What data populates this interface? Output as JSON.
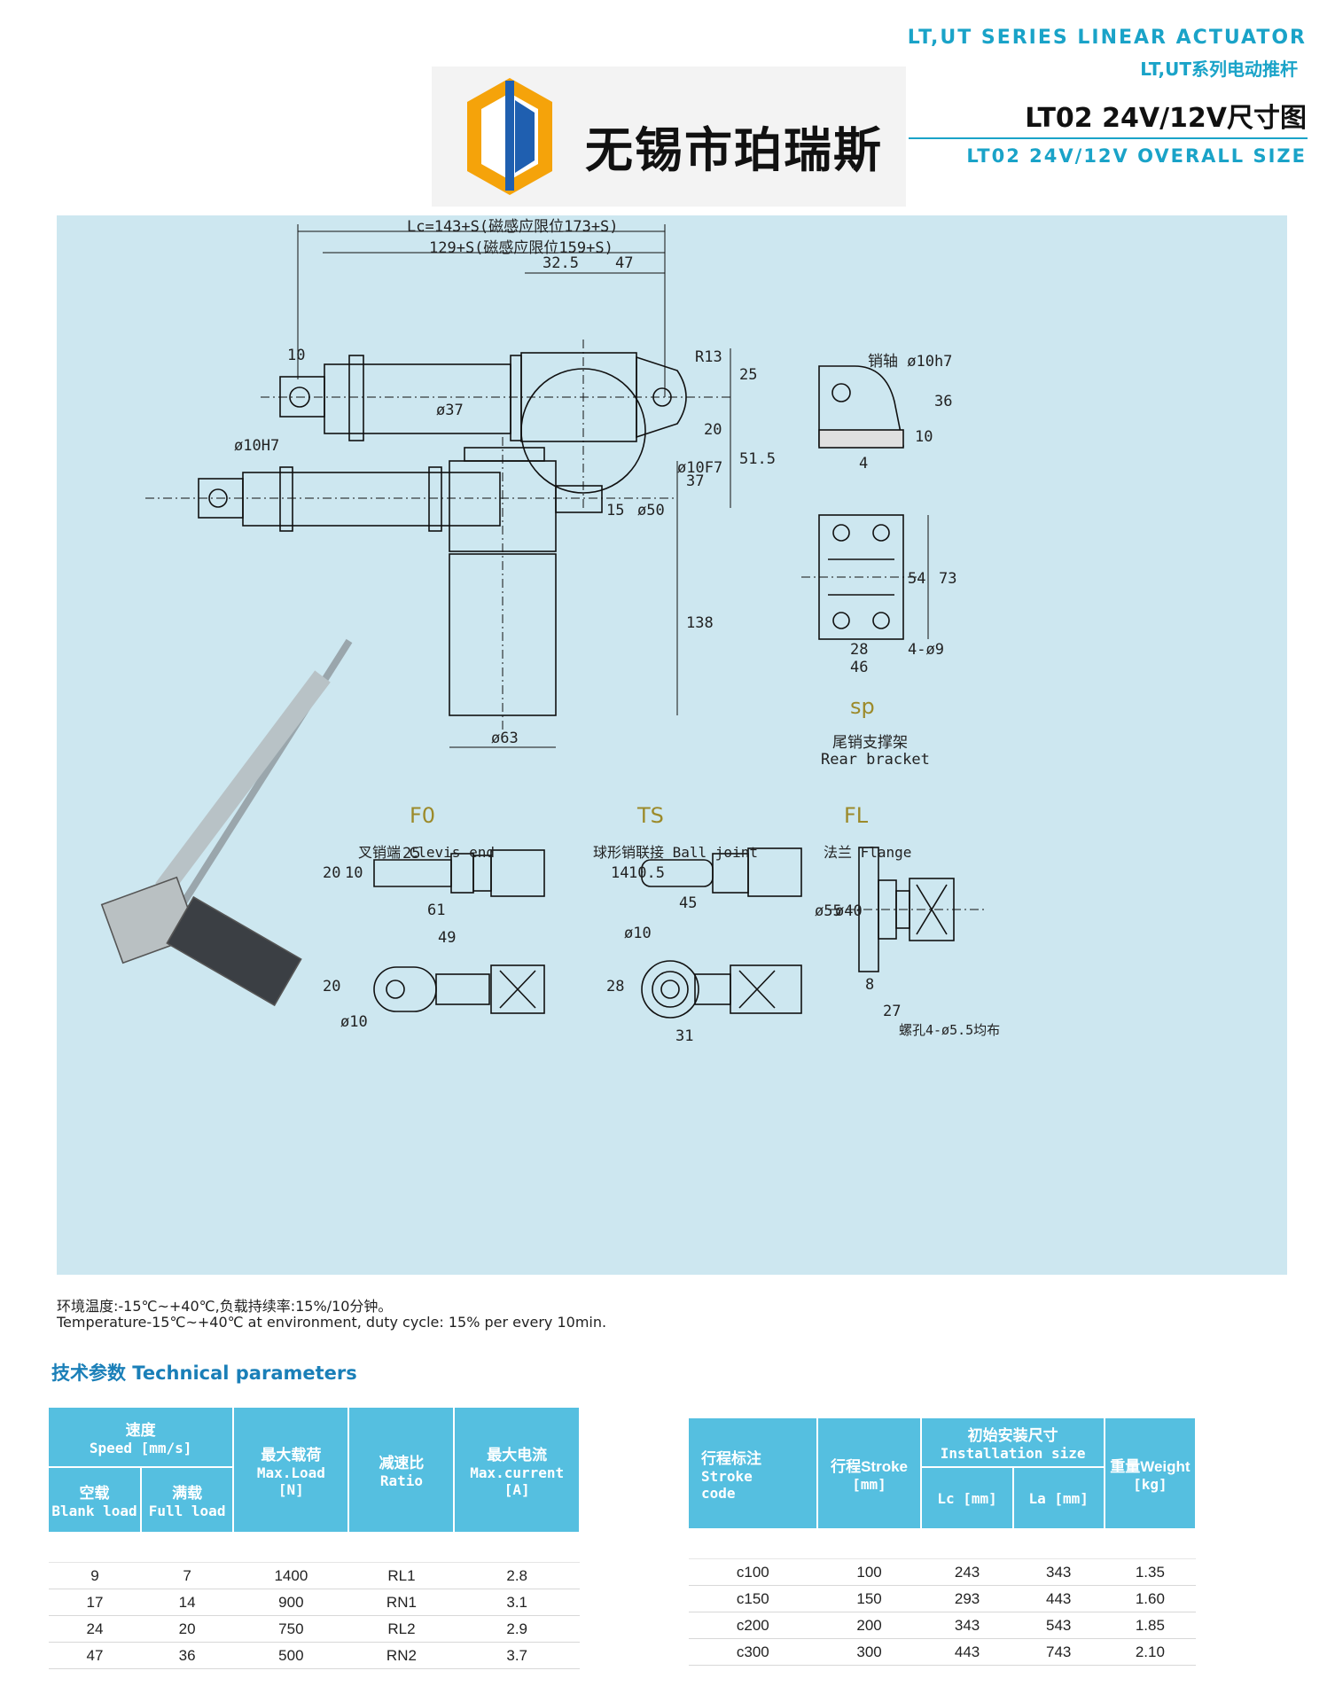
{
  "header": {
    "series_en": "LT,UT SERIES LINEAR ACTUATOR",
    "series_cn": "LT,UT系列电动推杆",
    "model_title": "LT02 24V/12V尺寸图",
    "model_sub": "LT02 24V/12V OVERALL SIZE",
    "company": "无锡市珀瑞斯"
  },
  "drawing": {
    "dim_lc": "Lc=143+S(磁感应限位173+S)",
    "dim_129": "129+S(磁感应限位159+S)",
    "dim_32_5": "32.5",
    "dim_47": "47",
    "dim_10": "10",
    "dim_r13": "R13",
    "dim_25": "25",
    "dim_37a": "ø37",
    "dim_20": "20",
    "dim_51_5": "51.5",
    "dim_10h7": "ø10H7",
    "dim_10f7": "ø10F7",
    "dim_37b": "37",
    "dim_15": "15",
    "dim_50": "ø50",
    "dim_138": "138",
    "dim_63": "ø63",
    "sp_pin": "销轴 ø10h7",
    "sp_36": "36",
    "sp_10": "10",
    "sp_4": "4",
    "sp_54": "54",
    "sp_73": "73",
    "sp_28": "28",
    "sp_46": "46",
    "sp_4_9": "4-ø9",
    "sp_code": "sp",
    "sp_cn": "尾销支撑架",
    "sp_en": "Rear bracket",
    "f0_code": "F0",
    "f0_label": "叉销端 Clevis end",
    "f0_25": "25",
    "f0_20": "20",
    "f0_10": "10",
    "f0_61": "61",
    "f0_49": "49",
    "f0_20b": "20",
    "f0_d10": "ø10",
    "ts_code": "TS",
    "ts_label": "球形销联接 Ball joint",
    "ts_14": "14",
    "ts_10_5": "10.5",
    "ts_45": "45",
    "ts_d10": "ø10",
    "ts_28": "28",
    "ts_31": "31",
    "fl_code": "FL",
    "fl_label": "法兰 Flange",
    "fl_55": "ø55",
    "fl_40": "ø40",
    "fl_8": "8",
    "fl_27": "27",
    "fl_holes": "螺孔4-ø5.5均布"
  },
  "notes": {
    "cn": "环境温度:-15℃~+40℃,负载持续率:15%/10分钟。",
    "en": "Temperature-15℃~+40℃ at environment, duty cycle: 15% per every 10min."
  },
  "params_title": "技术参数  Technical parameters",
  "table1": {
    "speed_cn": "速度",
    "speed_en": "Speed [mm/s]",
    "blank_cn": "空载",
    "blank_en": "Blank load",
    "full_cn": "满载",
    "full_en": "Full load",
    "load_cn": "最大载荷",
    "load_en": "Max.Load",
    "load_unit": "[N]",
    "ratio_cn": "减速比",
    "ratio_en": "Ratio",
    "current_cn": "最大电流",
    "current_en": "Max.current",
    "current_unit": "[A]",
    "rows": [
      [
        "9",
        "7",
        "1400",
        "RL1",
        "2.8"
      ],
      [
        "17",
        "14",
        "900",
        "RN1",
        "3.1"
      ],
      [
        "24",
        "20",
        "750",
        "RL2",
        "2.9"
      ],
      [
        "47",
        "36",
        "500",
        "RN2",
        "3.7"
      ]
    ]
  },
  "table2": {
    "code_cn": "行程标注",
    "code_en1": "Stroke",
    "code_en2": "code",
    "stroke_cn": "行程Stroke",
    "stroke_unit": "[mm]",
    "install_cn": "初始安装尺寸",
    "install_en": "Installation size",
    "lc": "Lc [mm]",
    "la": "La [mm]",
    "weight_cn": "重量Weight",
    "weight_unit": "[kg]",
    "rows": [
      [
        "c100",
        "100",
        "243",
        "343",
        "1.35"
      ],
      [
        "c150",
        "150",
        "293",
        "443",
        "1.60"
      ],
      [
        "c200",
        "200",
        "343",
        "543",
        "1.85"
      ],
      [
        "c300",
        "300",
        "443",
        "743",
        "2.10"
      ]
    ]
  },
  "colors": {
    "accent": "#1aa3c8",
    "panel": "#cde7f0",
    "table_head": "#55bfe0"
  }
}
